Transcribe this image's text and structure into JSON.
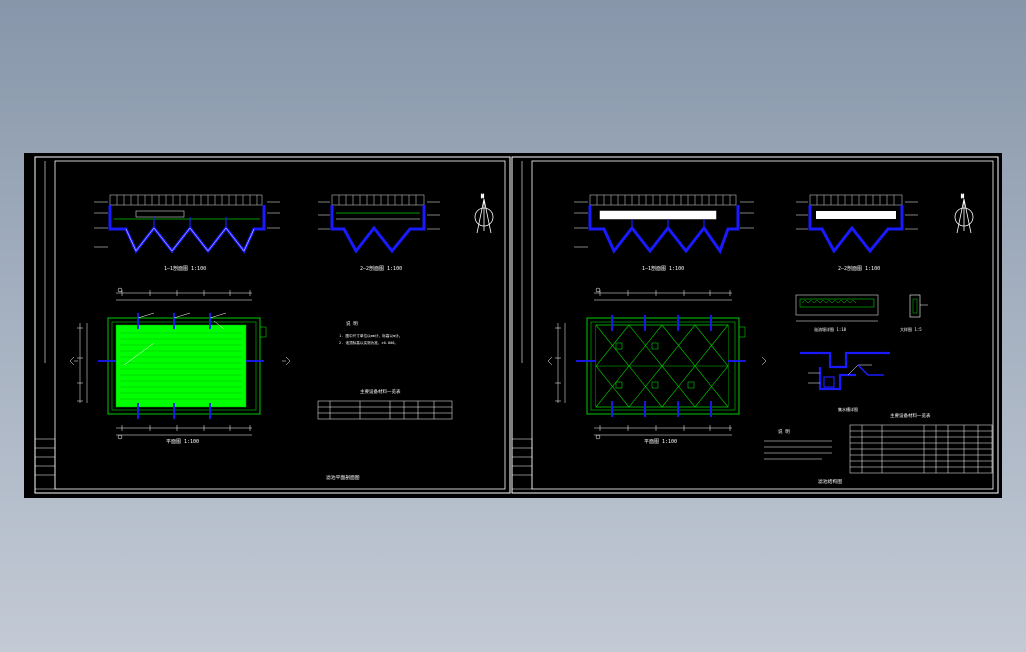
{
  "colors": {
    "background": "#000000",
    "frame": "#ffffff",
    "structure": "#1a1aff",
    "fill_green": "#00ff00",
    "line_green": "#00cc00",
    "text": "#ffffff"
  },
  "sheet_left": {
    "section_1_1": "1—1剖面图 1:100",
    "section_2_2": "2—2剖面图 1:100",
    "plan_title": "平面图 1:100",
    "notes_heading": "说  明",
    "notes_line1": "1. 图中尺寸单位以mm计，标高以m计。",
    "notes_line2": "2. 池顶标高以实测为准，±0.000。",
    "table_title": "主要设备材料一览表",
    "drawing_title": "滤池平面剖面图"
  },
  "sheet_right": {
    "section_1_1": "1—1剖面图 1:100",
    "section_2_2": "2—2剖面图 1:100",
    "plan_title": "平面图 1:100",
    "detail_a_title": "溢流堰详图 1:10",
    "detail_b_title": "大样图 1:5",
    "detail_c_title": "集水槽详图",
    "notes_heading": "说  明",
    "table_title": "主要设备材料一览表",
    "drawing_title": "滤池结构图"
  }
}
